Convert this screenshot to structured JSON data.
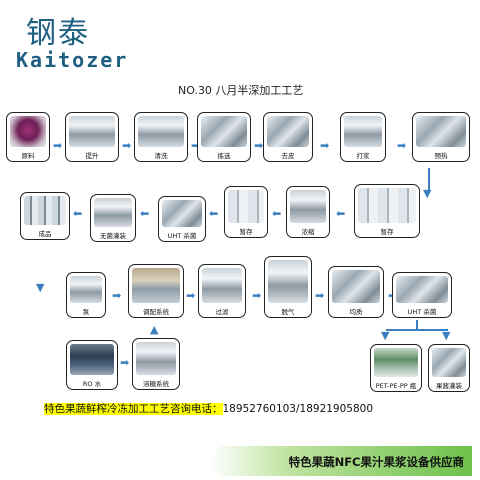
{
  "brand": {
    "name_cn": "钢泰",
    "name_en": "Kaitozer"
  },
  "title": "NO.30  八月半深加工工艺",
  "steps": {
    "raw_material": "原料",
    "lift": "提升",
    "wash": "清洗",
    "sort": "拣选",
    "peel": "去皮",
    "pulp": "打浆",
    "preheat": "预热",
    "storage_1": "暂存",
    "concentrate": "浓缩",
    "storage_2": "暂存",
    "uht_1": "UHT 杀菌",
    "aseptic_fill": "无菌灌装",
    "finished": "成品",
    "pump": "泵",
    "blending": "调配系统",
    "filter": "过滤",
    "degas": "脱气",
    "homogenize": "均质",
    "uht_2": "UHT 杀菌",
    "ro_water": "RO 水",
    "sugar": "溶糖系统",
    "pet_bottle": "PET-PE-PP 瓶",
    "can_fill": "果酱灌装"
  },
  "contact": {
    "label": "特色果蔬鲜榨冷冻加工工艺咨询电话：",
    "phones": "18952760103/18921905800"
  },
  "banner": "特色果蔬NFC果汁果浆设备供应商",
  "colors": {
    "brand": "#1f5f82",
    "arrow": "#3a7fc0",
    "highlight": "#ffff00",
    "banner": "#6cc04a"
  }
}
